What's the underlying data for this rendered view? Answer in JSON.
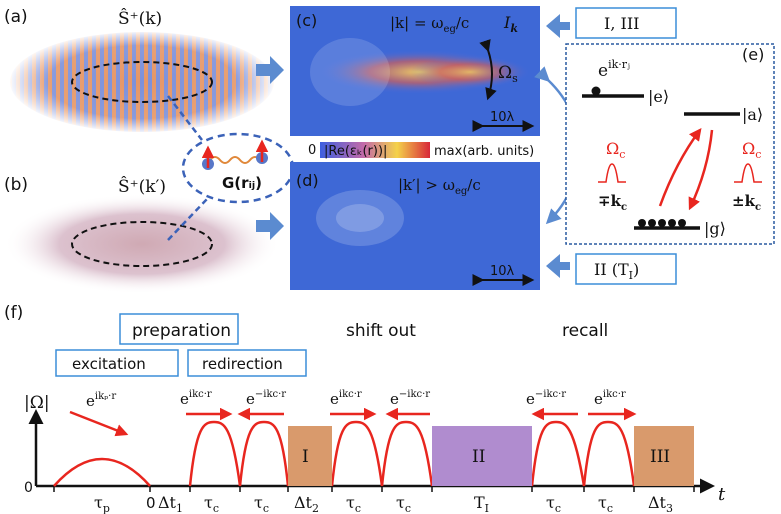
{
  "panels": {
    "a": "(a)",
    "b": "(b)",
    "c": "(c)",
    "d": "(d)",
    "e": "(e)",
    "f": "(f)"
  },
  "top": {
    "s_plus_k": "Ŝ⁺(k)",
    "s_plus_kprime": "Ŝ⁺(k′)",
    "coupling": "G(rᵢⱼ)",
    "panel_c_condition": "|k| = ω",
    "panel_c_sub": "eg",
    "panel_c_tail": "/c",
    "panel_c_intensity": "I",
    "panel_c_intensity_sub": "k",
    "panel_c_omega": "Ω",
    "panel_c_omega_sub": "s",
    "panel_d_condition": "|k′| > ω",
    "panel_d_sub": "eg",
    "panel_d_tail": "/c",
    "scale_bar": "10λ",
    "colorbar_min": "0",
    "colorbar_label": "|Re(εₖ(r))|",
    "colorbar_max": "max(arb. units)",
    "box_I_III": "I, III",
    "box_II": "II (T",
    "box_II_sub": "I",
    "box_II_close": ")"
  },
  "level_scheme": {
    "phase": "e",
    "phase_sup": "ik·rⱼ",
    "excited": "|e⟩",
    "aux": "|a⟩",
    "ground": "|g⟩",
    "omega_c": "Ω",
    "omega_c_sub": "c",
    "k_minus_plus": "∓k",
    "k_plus_minus": "±k",
    "k_sub": "c"
  },
  "sequence": {
    "preparation": "preparation",
    "excitation": "excitation",
    "redirection": "redirection",
    "shift_out": "shift out",
    "recall": "recall",
    "y_axis": "|Ω|",
    "origin": "0",
    "t_axis": "t",
    "tau_p": "τ",
    "tau_p_sub": "p",
    "zero_dt1": "0",
    "dt": "Δt",
    "dt1_sub": "1",
    "dt2_sub": "2",
    "dt3_sub": "3",
    "tau_c": "τ",
    "tau_c_sub": "c",
    "T_I": "T",
    "T_I_sub": "I",
    "block_I": "I",
    "block_II": "II",
    "block_III": "III",
    "exp_kp": "e",
    "exp_kp_sup": "ikₚ·r",
    "exp_plus": "e",
    "exp_plus_sup": "ikc·r",
    "exp_minus": "e",
    "exp_minus_sup": "−ikc·r"
  },
  "colors": {
    "red": "#e8261f",
    "blue_arrow": "#5b8bd0",
    "orange_block": "#d99a6c",
    "purple_block": "#b08ccf",
    "field_bg": "#3e68d6",
    "box_border": "#3b8ed8"
  }
}
